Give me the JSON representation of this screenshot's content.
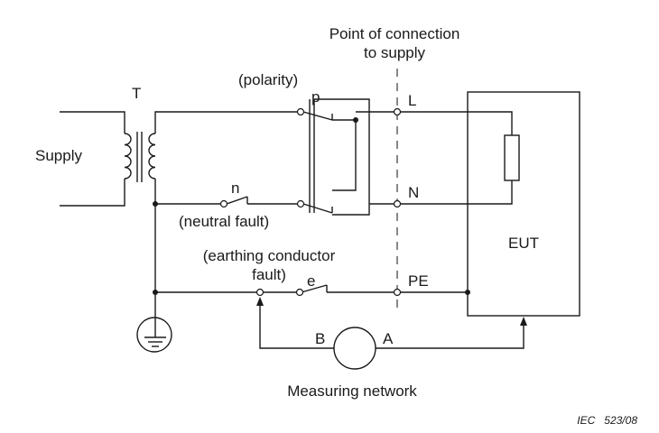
{
  "labels": {
    "supply": "Supply",
    "transformer": "T",
    "polarity": "(polarity)",
    "polarity_switch": "p",
    "connection_line1": "Point of connection",
    "connection_line2": "to supply",
    "line": "L",
    "neutral": "N",
    "protective_earth": "PE",
    "neutral_switch": "n",
    "neutral_fault": "(neutral fault)",
    "earthing_line1": "(earthing conductor",
    "earthing_line2": "fault)",
    "earth_switch": "e",
    "eut": "EUT",
    "meter_b": "B",
    "meter_a": "A",
    "measuring_network": "Measuring network"
  },
  "reference": "IEC   523/08"
}
